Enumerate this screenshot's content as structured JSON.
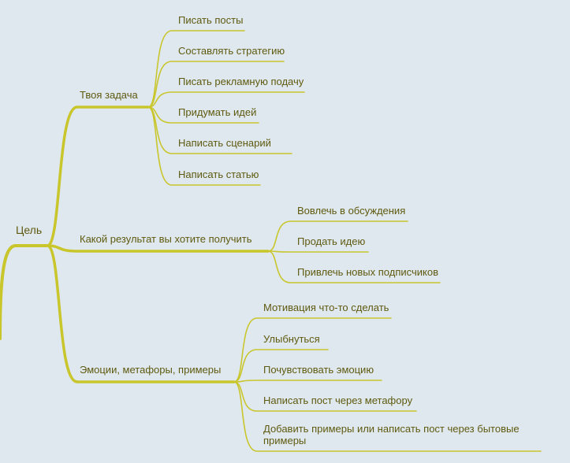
{
  "mindmap": {
    "root": {
      "label": "Цель"
    },
    "branches": [
      {
        "label": "Твоя задача",
        "children": [
          {
            "label": "Писать посты"
          },
          {
            "label": "Составлять стратегию"
          },
          {
            "label": "Писать рекламную подачу"
          },
          {
            "label": "Придумать идей"
          },
          {
            "label": "Написать сценарий"
          },
          {
            "label": "Написать статью"
          }
        ]
      },
      {
        "label": "Какой результат вы хотите получить",
        "children": [
          {
            "label": "Вовлечь в обсуждения"
          },
          {
            "label": "Продать идею"
          },
          {
            "label": "Привлечь новых подписчиков"
          }
        ]
      },
      {
        "label": "Эмоции, метафоры, примеры",
        "children": [
          {
            "label": "Мотивация что-то сделать"
          },
          {
            "label": "Улыбнуться"
          },
          {
            "label": "Почувствовать эмоцию"
          },
          {
            "label": "Написать пост через метафору"
          },
          {
            "label": "Добавить примеры или написать пост через бытовые примеры"
          }
        ]
      }
    ]
  },
  "colors": {
    "branch_line": "#c9c62c",
    "text": "#5f5a10",
    "background": "#dfe8ee"
  }
}
